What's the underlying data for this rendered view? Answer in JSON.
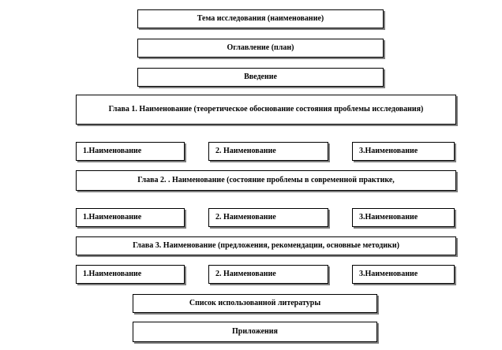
{
  "diagram": {
    "topic": "Тема исследования (наименование)",
    "toc": "Оглавление (план)",
    "intro": "Введение",
    "chapter1": {
      "title": "Глава 1. Наименование (теоретическое обоснование состояния проблемы исследования)",
      "sections": [
        "1.Наименование",
        "2. Наименование",
        "3.Наименование"
      ]
    },
    "chapter2": {
      "title": "Глава 2. . Наименование (состояние проблемы в современной практике,",
      "sections": [
        "1.Наименование",
        "2. Наименование",
        "3.Наименование"
      ]
    },
    "chapter3": {
      "title": "Глава 3. Наименование (предложения, рекомендации, основные методики)",
      "sections": [
        "1.Наименование",
        "2. Наименование",
        "3.Наименование"
      ]
    },
    "references": "Список использованной литературы",
    "appendix": "Приложения"
  }
}
